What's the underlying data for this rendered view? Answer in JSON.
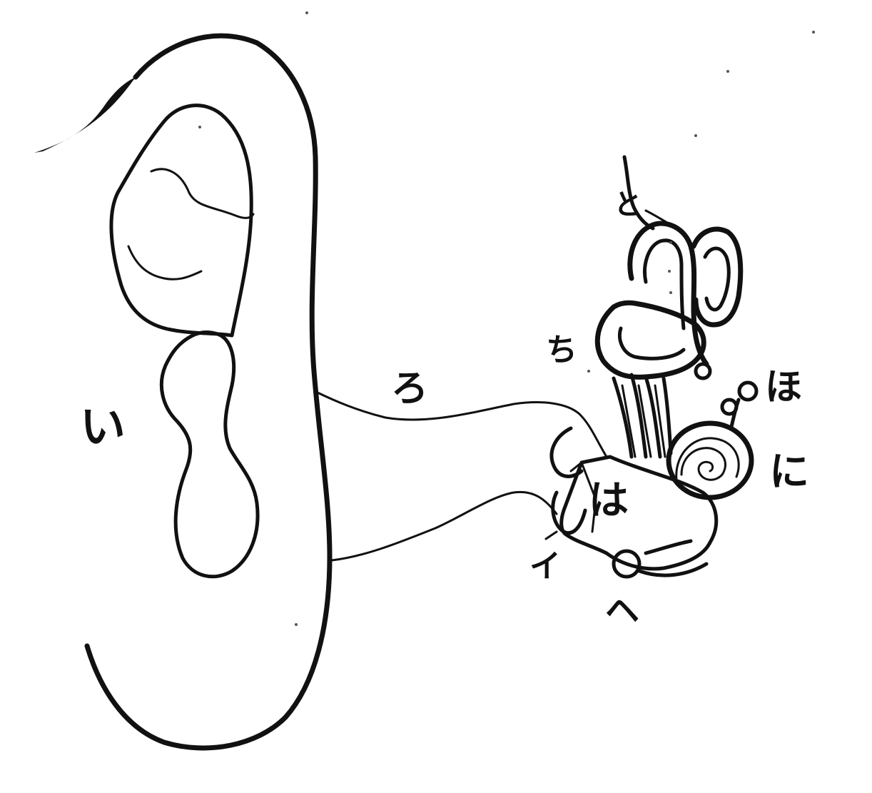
{
  "labels": {
    "i": "い",
    "ro": "ろ",
    "ha_top": "ほ",
    "ni": "に",
    "ha_center": "は",
    "ho_left": "イ",
    "he": "ヘ",
    "to": "と",
    "chi": "ち"
  }
}
